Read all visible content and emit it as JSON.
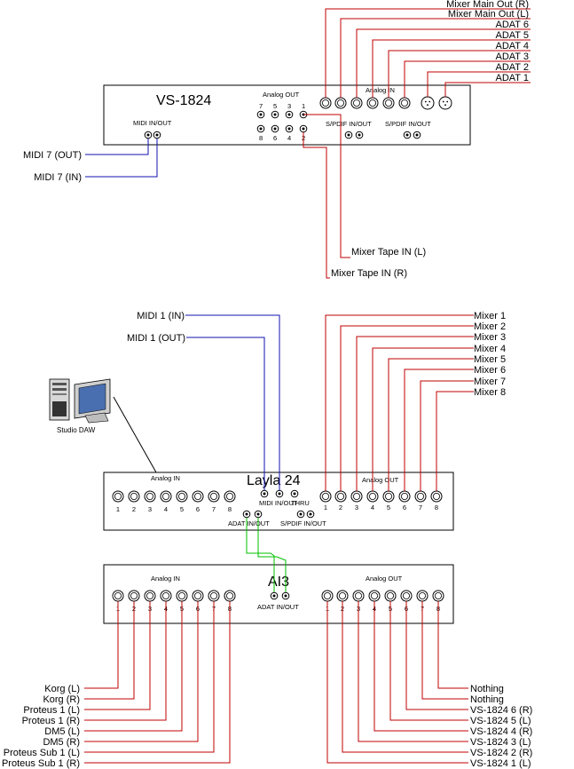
{
  "devices": {
    "vs1824": {
      "title": "VS-1824",
      "analog_out": "Analog OUT",
      "analog_in": "Analog IN",
      "midi_io": "MIDI IN/OUT",
      "spdif1": "S/PDIF IN/OUT",
      "spdif2": "S/PDIF IN/OUT",
      "out_nums_top": [
        "7",
        "5",
        "3",
        "1"
      ],
      "out_nums_bottom": [
        "8",
        "6",
        "4",
        "2"
      ]
    },
    "layla": {
      "title": "Layla 24",
      "analog_in": "Analog IN",
      "analog_out": "Analog OUT",
      "midi_io": "MIDI IN/OUT",
      "thru": "THRU",
      "adat_io": "ADAT IN/OUT",
      "spdif": "S/PDIF IN/OUT",
      "in_nums": [
        "1",
        "2",
        "3",
        "4",
        "5",
        "6",
        "7",
        "8"
      ],
      "out_nums": [
        "1",
        "2",
        "3",
        "4",
        "5",
        "6",
        "7",
        "8"
      ]
    },
    "ai3": {
      "title": "AI3",
      "analog_in": "Analog IN",
      "analog_out": "Analog OUT",
      "adat_io": "ADAT IN/OUT",
      "in_nums": [
        "1",
        "2",
        "3",
        "4",
        "5",
        "6",
        "7",
        "8"
      ],
      "out_nums": [
        "1",
        "2",
        "3",
        "4",
        "5",
        "6",
        "7",
        "8"
      ]
    }
  },
  "computer": {
    "label": "Studio DAW",
    "icon": "computer-icon"
  },
  "labels": {
    "vs_inputs": [
      "Mixer Main Out (R)",
      "Mixer Main Out (L)",
      "ADAT 6",
      "ADAT 5",
      "ADAT 4",
      "ADAT 3",
      "ADAT 2",
      "ADAT 1"
    ],
    "vs_midi": [
      "MIDI 7 (OUT)",
      "MIDI 7 (IN)"
    ],
    "vs_tape": [
      "Mixer Tape IN (L)",
      "Mixer Tape IN (R)"
    ],
    "layla_midi": [
      "MIDI 1 (IN)",
      "MIDI 1 (OUT)"
    ],
    "layla_mixer": [
      "Mixer 1",
      "Mixer 2",
      "Mixer 3",
      "Mixer 4",
      "Mixer 5",
      "Mixer 6",
      "Mixer 7",
      "Mixer 8"
    ],
    "ai3_inputs": [
      "Korg (L)",
      "Korg (R)",
      "Proteus 1 (L)",
      "Proteus 1 (R)",
      "DM5 (L)",
      "DM5 (R)",
      "Proteus Sub 1 (L)",
      "Proteus Sub 1 (R)"
    ],
    "ai3_outputs": [
      "Nothing",
      "Nothing",
      "VS-1824 6 (R)",
      "VS-1824 5 (L)",
      "VS-1824 4 (R)",
      "VS-1824 3 (L)",
      "VS-1824 2 (R)",
      "VS-1824 1 (L)"
    ]
  }
}
